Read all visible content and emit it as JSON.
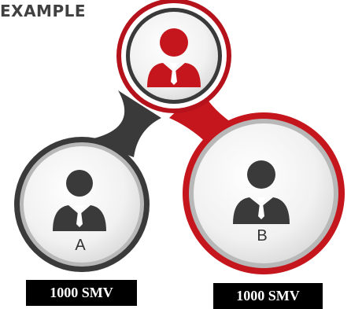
{
  "heading": "EXAMPLE",
  "nodes": {
    "top": {
      "icon": "person-icon",
      "color": "#c4161c"
    },
    "a": {
      "label": "A",
      "icon": "person-icon",
      "color": "#3a3a3a"
    },
    "b": {
      "label": "B",
      "icon": "person-icon",
      "color": "#c4161c"
    }
  },
  "values": {
    "a": "1000 SMV",
    "b": "1000 SMV"
  },
  "colors": {
    "red": "#c4161c",
    "dark": "#3a3a3a",
    "ring_gray": "#b8b8b8",
    "box": "#000000"
  }
}
